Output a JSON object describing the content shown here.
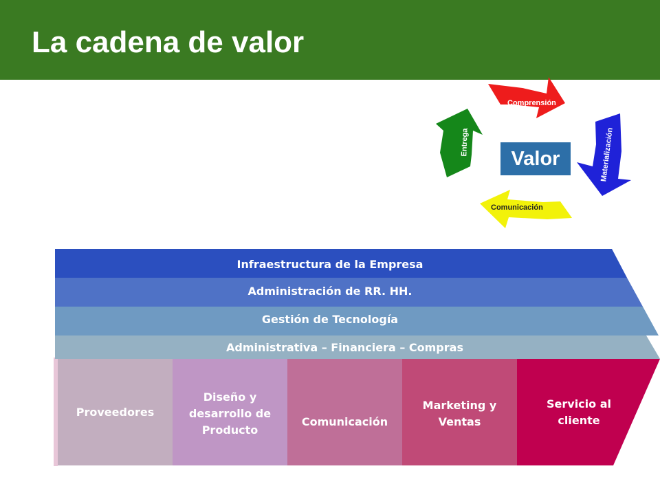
{
  "slide": {
    "title": "La cadena de valor",
    "header_color": "#3a7a22"
  },
  "cycle": {
    "center": "Valor",
    "steps": [
      {
        "label": "Comprensión",
        "color": "#ee1c1c"
      },
      {
        "label": "Materialización",
        "color": "#1f22d8"
      },
      {
        "label": "Comunicación",
        "color": "#f2f20a"
      },
      {
        "label": "Entrega",
        "color": "#15871a"
      }
    ]
  },
  "value_chain": {
    "support_activities": [
      {
        "label": "Infraestructura  de la Empresa",
        "color": "#2b4fbf"
      },
      {
        "label": "Administración  de RR. HH.",
        "color": "#4f72c6"
      },
      {
        "label": "Gestión de Tecnología",
        "color": "#6f9ac2"
      },
      {
        "label": "Administrativa  – Financiera  – Compras",
        "color": "#95b1c3"
      }
    ],
    "primary_activities": [
      {
        "label": "Proveedores",
        "color": "#c2aebf"
      },
      {
        "label": "Diseño y\ndesarrollo de\nProducto",
        "color": "#bf96c5"
      },
      {
        "label": "Comunicación",
        "color": "#bf6f98"
      },
      {
        "label": "Marketing y\nVentas",
        "color": "#c04a77"
      },
      {
        "label": "Servicio al\ncliente",
        "color": "#c0004f"
      }
    ]
  }
}
